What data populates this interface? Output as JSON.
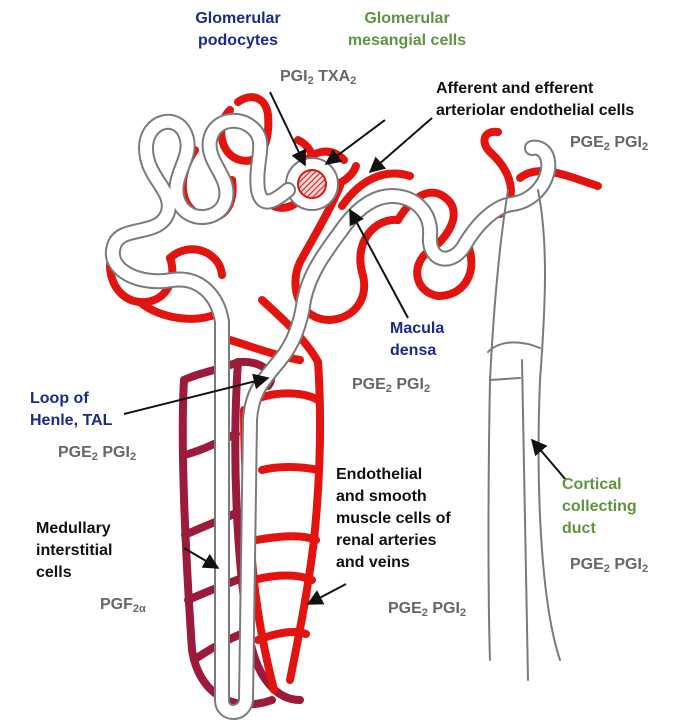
{
  "colors": {
    "cortical_vessel": "#e3130f",
    "medullary_vessel": "#9c1a3a",
    "tubule_outline": "#7a7a7a",
    "label_blue": "#1a2a8a",
    "label_green": "#5d9440",
    "label_black": "#111111",
    "label_gray": "#666666"
  },
  "labels": {
    "glomerular_podocytes": [
      "Glomerular",
      "podocytes"
    ],
    "glomerular_mesangial": [
      "Glomerular",
      "mesangial cells"
    ],
    "afferent_efferent": [
      "Afferent and efferent",
      "arteriolar endothelial cells"
    ],
    "macula_densa": [
      "Macula",
      "densa"
    ],
    "loop_of_henle": [
      "Loop of",
      "Henle, TAL"
    ],
    "endothelial_smooth": [
      "Endothelial",
      "and smooth",
      "muscle cells of",
      "renal arteries",
      "and veins"
    ],
    "cortical_collecting": [
      "Cortical",
      "collecting",
      "duct"
    ],
    "medullary_interstitial": [
      "Medullary",
      "interstitial",
      "cells"
    ]
  },
  "prostanoids": {
    "glomerulus": {
      "a": "PGI",
      "a_sub": "2",
      "b": "TXA",
      "b_sub": "2"
    },
    "arteriolar": {
      "a": "PGE",
      "a_sub": "2",
      "b": "PGI",
      "b_sub": "2"
    },
    "macula_densa": {
      "a": "PGE",
      "a_sub": "2",
      "b": "PGI",
      "b_sub": "2"
    },
    "loop_of_henle": {
      "a": "PGE",
      "a_sub": "2",
      "b": "PGI",
      "b_sub": "2"
    },
    "collecting_duct": {
      "a": "PGE",
      "a_sub": "2",
      "b": "PGI",
      "b_sub": "2"
    },
    "renal_vessels": {
      "a": "PGE",
      "a_sub": "2",
      "b": "PGI",
      "b_sub": "2"
    },
    "medullary": {
      "a": "PGF",
      "a_sub": "2α"
    }
  }
}
